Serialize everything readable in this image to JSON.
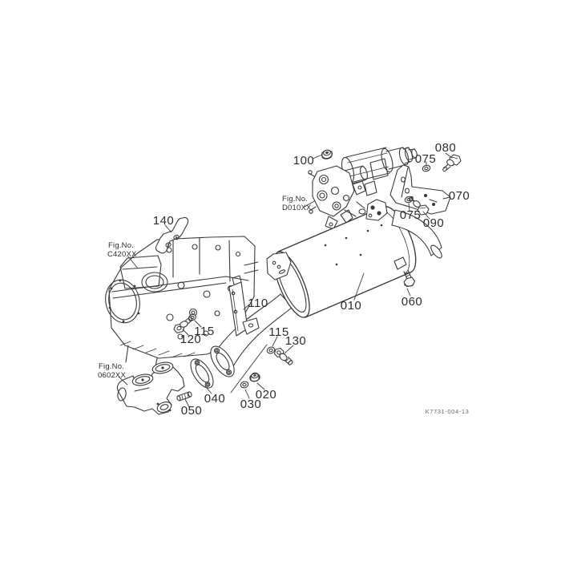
{
  "diagram": {
    "background_color": "#ffffff",
    "line_color": "#3a3a3a",
    "label_color": "#2d2d2d",
    "drawing_number": "K7731-004-13",
    "figure_refs": [
      {
        "prefix": "Fig.No.",
        "code": "D010XX"
      },
      {
        "prefix": "Fig.No.",
        "code": "C420XX"
      },
      {
        "prefix": "Fig.No.",
        "code": "0602XX"
      }
    ],
    "callouts": [
      {
        "label": "010"
      },
      {
        "label": "020"
      },
      {
        "label": "030"
      },
      {
        "label": "040"
      },
      {
        "label": "050"
      },
      {
        "label": "060"
      },
      {
        "label": "070"
      },
      {
        "label": "075"
      },
      {
        "label": "075"
      },
      {
        "label": "080"
      },
      {
        "label": "090"
      },
      {
        "label": "100"
      },
      {
        "label": "110"
      },
      {
        "label": "115"
      },
      {
        "label": "115"
      },
      {
        "label": "120"
      },
      {
        "label": "130"
      },
      {
        "label": "140"
      }
    ]
  }
}
